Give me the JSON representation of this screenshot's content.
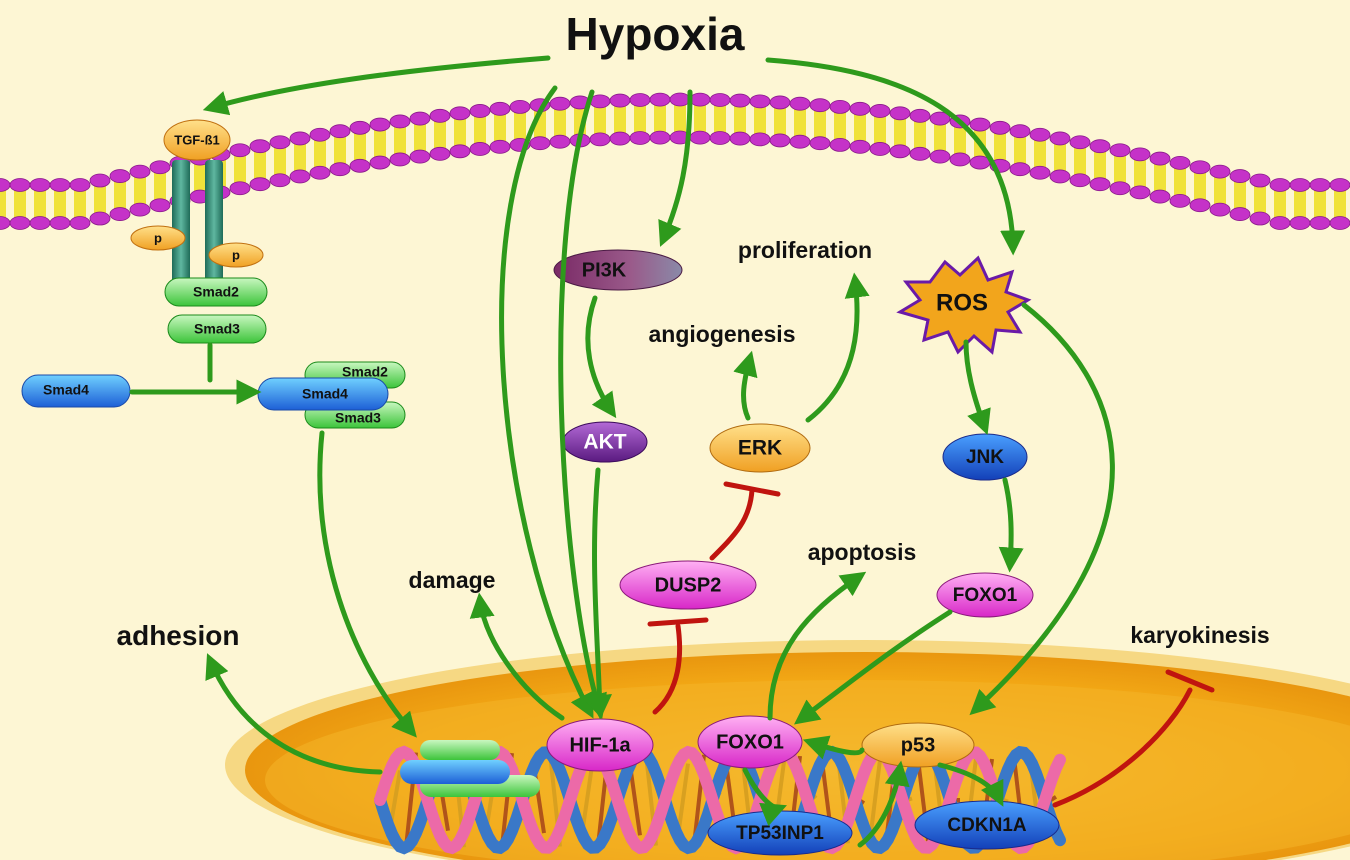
{
  "title": "Hypoxia",
  "labels": {
    "proliferation": "proliferation",
    "angiogenesis": "angiogenesis",
    "apoptosis": "apoptosis",
    "damage": "damage",
    "adhesion": "adhesion",
    "karyokinesis": "karyokinesis"
  },
  "nodes": {
    "tgf": "TGF-ß1",
    "p1": "p",
    "p2": "p",
    "smad2_top": "Smad2",
    "smad3_top": "Smad3",
    "smad4_left": "Smad4",
    "smad2_c": "Smad2",
    "smad4_c": "Smad4",
    "smad3_c": "Smad3",
    "pi3k": "PI3K",
    "akt": "AKT",
    "erk": "ERK",
    "ros": "ROS",
    "jnk": "JNK",
    "foxo1_cyto": "FOXO1",
    "dusp2": "DUSP2",
    "hif1a": "HIF-1a",
    "foxo1_nuc": "FOXO1",
    "p53": "p53",
    "tp53inp1": "TP53INP1",
    "cdkn1a": "CDKN1A"
  },
  "colors": {
    "background": "#fdf6d4",
    "arrow": "#2e9a1c",
    "inhibit": "#c0140f",
    "membrane_head": "#c532c8",
    "membrane_tail": "#f0e23a",
    "nucleus": "#f2a715"
  }
}
